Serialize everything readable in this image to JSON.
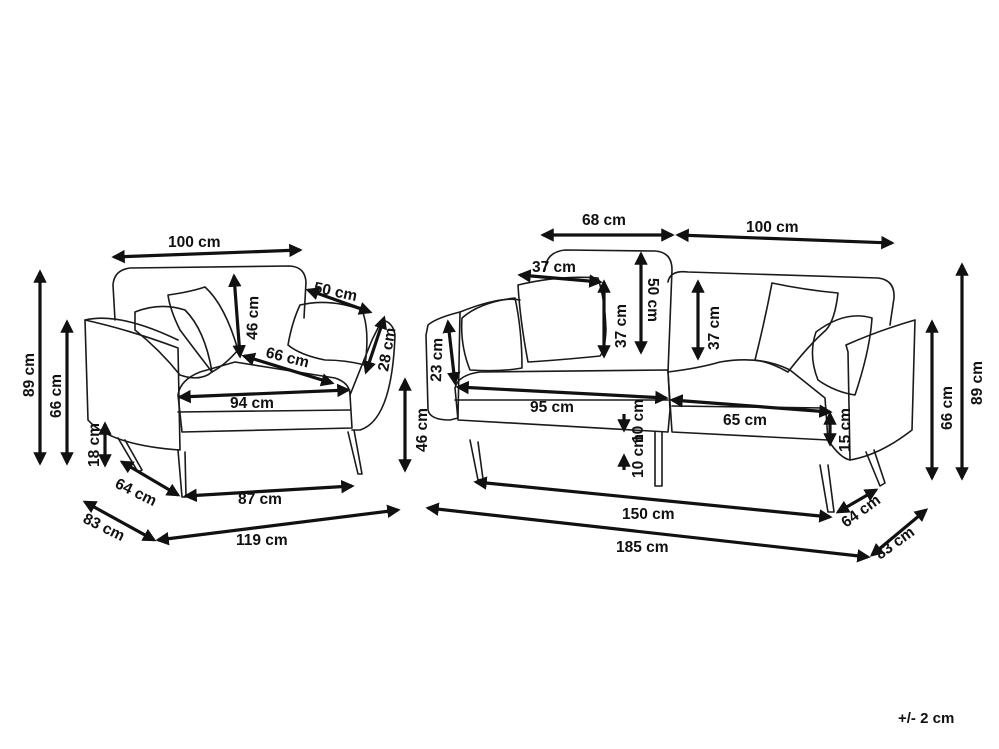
{
  "armchair": {
    "width_top": "100 cm",
    "cushion_width": "50 cm",
    "backrest_height": "46 cm",
    "cushion_diag": "66 cm",
    "cushion_height": "28 cm",
    "seat_width": "94 cm",
    "total_height": "89 cm",
    "arm_height": "66 cm",
    "leg_height": "18 cm",
    "seat_height": "46 cm",
    "seat_depth": "64 cm",
    "inner_width": "87 cm",
    "depth": "83 cm",
    "total_width": "119 cm"
  },
  "sofa": {
    "back_left_width": "68 cm",
    "back_right_width": "100 cm",
    "cushion_width": "37 cm",
    "backrest_height": "50 cm",
    "cushion_height": "37 cm",
    "right_back_height": "37 cm",
    "arm_inner_height": "23 cm",
    "left_seat_width": "95 cm",
    "right_seat_width": "65 cm",
    "seat_thickness": "10 cm",
    "right_seat_thickness": "15 cm",
    "leg_height": "10 cm",
    "inner_width": "150 cm",
    "total_width": "185 cm",
    "seat_depth": "64 cm",
    "depth": "83 cm",
    "arm_height": "66 cm",
    "total_height": "89 cm"
  },
  "tolerance": "+/- 2 cm"
}
